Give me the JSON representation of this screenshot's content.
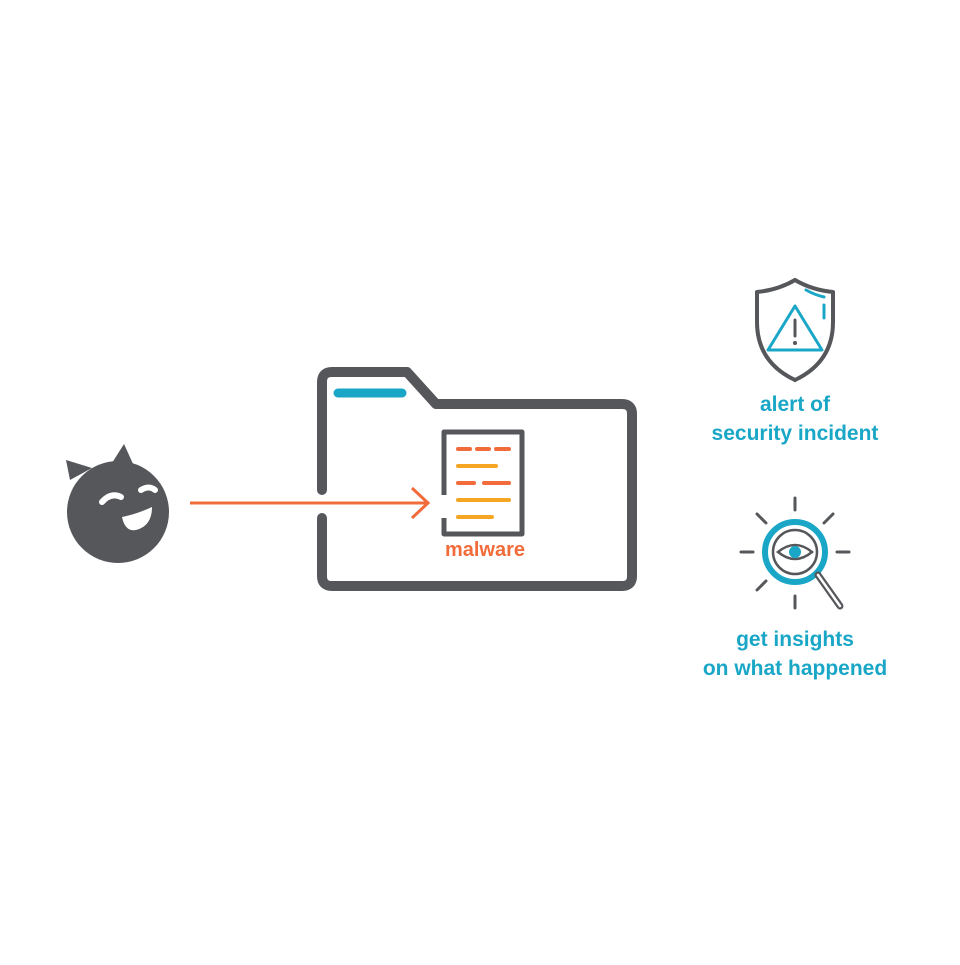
{
  "colors": {
    "gray": "#55575a",
    "orange": "#f26b3a",
    "amber": "#f5a623",
    "teal": "#1aa7c7",
    "background": "#ffffff"
  },
  "icons": {
    "attacker": "devil-face-icon",
    "folder": "folder-icon",
    "malware": "document-code-icon",
    "alert": "shield-warning-icon",
    "insights": "magnifier-eye-icon"
  },
  "malware": {
    "label": "malware"
  },
  "alert": {
    "line1": "alert of",
    "line2": "security incident"
  },
  "insights": {
    "line1": "get insights",
    "line2": "on what happened"
  }
}
